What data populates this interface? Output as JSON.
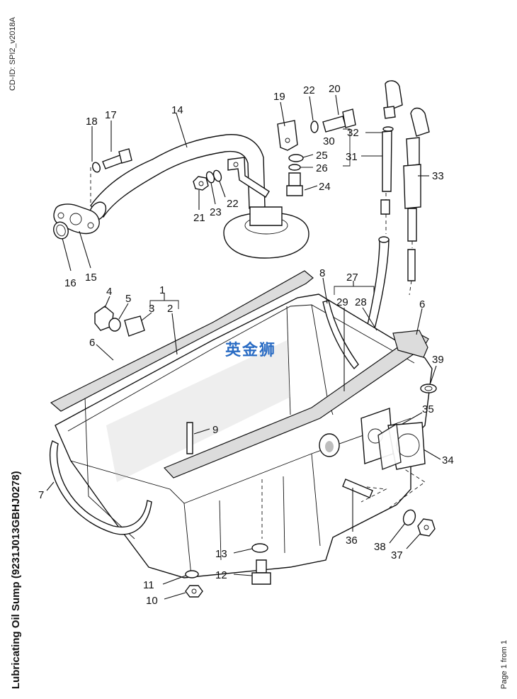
{
  "document": {
    "cd_id": "CD-ID: SPI2_v2018A",
    "title": "Lubricating Oil Sump (9231J013GBHJ0278)",
    "page_info": "Page 1 from 1",
    "watermark": "英金狮"
  },
  "callouts": [
    "1",
    "2",
    "3",
    "4",
    "5",
    "6",
    "6",
    "7",
    "8",
    "9",
    "10",
    "11",
    "12",
    "13",
    "14",
    "15",
    "16",
    "17",
    "18",
    "19",
    "20",
    "21",
    "22",
    "22",
    "23",
    "24",
    "25",
    "26",
    "27",
    "28",
    "29",
    "30",
    "31",
    "32",
    "33",
    "34",
    "35",
    "36",
    "37",
    "38",
    "39"
  ]
}
